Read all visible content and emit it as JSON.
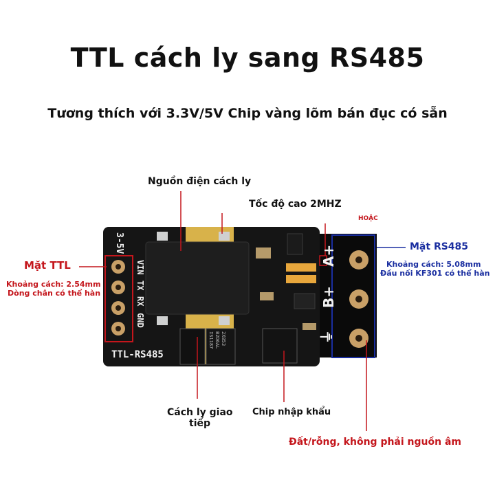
{
  "title": "TTL cách ly sang RS485",
  "subtitle": "Tương thích với 3.3V/5V Chip vàng lõm bán đục có sẵn",
  "callouts": {
    "isolated_power": "Nguồn điện cách ly",
    "high_speed": "Tốc độ cao 2MHZ",
    "or_label": "HOẶC",
    "ttl_side": "Mặt TTL",
    "ttl_spacing": "Khoảng cách: 2.54mm",
    "ttl_pins": "Dòng chân có thể hàn",
    "rs485_side": "Mặt RS485",
    "rs485_spacing": "Khoảng cách: 5.08mm",
    "rs485_terminal": "Đầu nối KF301 có thể hàn",
    "isolation_line1": "Cách ly giao",
    "isolation_line2": "tiếp",
    "imported_chip": "Chip nhập khẩu",
    "ground_note": "Đất/rỗng, không phải nguồn âm"
  },
  "board": {
    "label": "TTL-RS485",
    "voltage": "3-5V",
    "ttl_pins": [
      "VIN",
      "TX",
      "RX",
      "GND"
    ],
    "rs485_pins": [
      "A+",
      "B+",
      "⏚"
    ],
    "chip_text": [
      "IS1187",
      "B2D6AL",
      "2X853"
    ]
  },
  "colors": {
    "pcb": "#151515",
    "pad": "#c9a067",
    "accent_red": "#c4161c",
    "accent_blue": "#1a2ea0"
  }
}
